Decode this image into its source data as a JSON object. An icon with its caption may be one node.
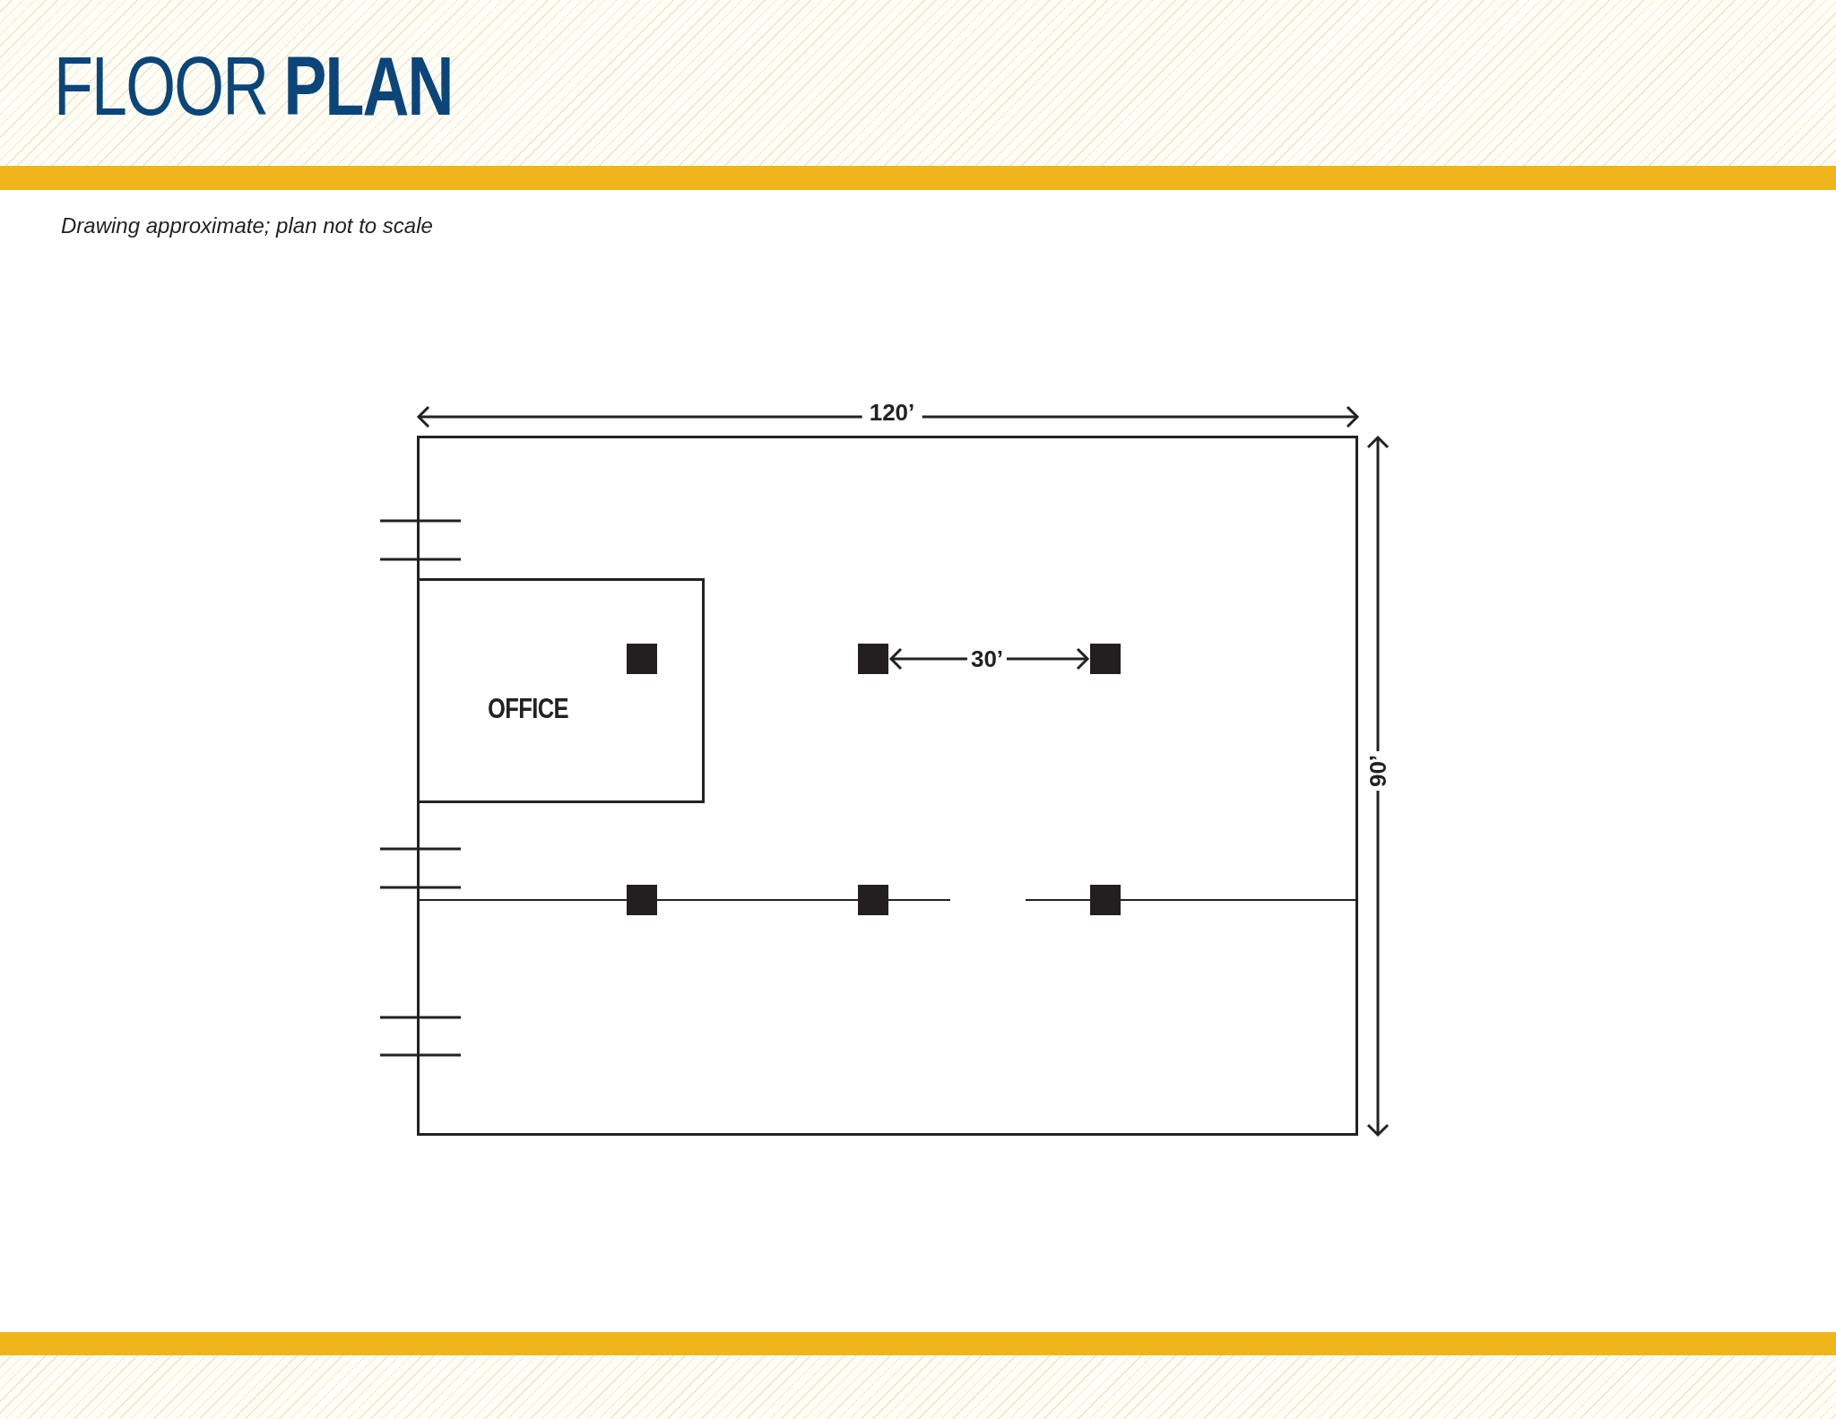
{
  "diagram": {
    "title": "FLOOR **PLAN**",
    "nodes": [
      {
        "text": [],
        "shape": "box"
      },
      {
        "text": [
          "OFFICE"
        ],
        "in": 0
      }
    ],
    "edges": [],
    "labels": [
      "Drawing approximate; plan not to scale",
      "120’",
      "30’",
      "90’"
    ]
  }
}
